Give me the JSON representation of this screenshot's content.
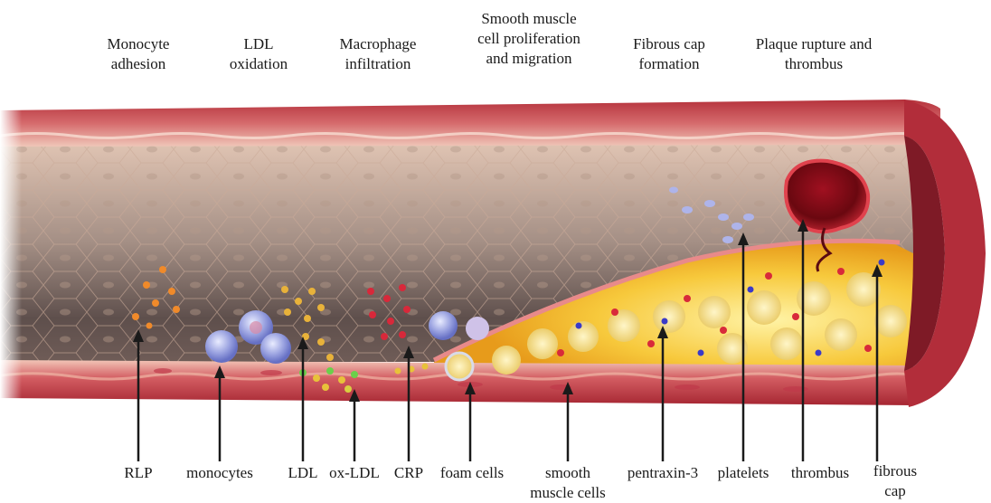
{
  "stages": [
    "Monocyte\nadhesion",
    "LDL\noxidation",
    "Macrophage\ninfiltration",
    "Smooth muscle\ncell proliferation\nand migration",
    "Fibrous cap\nformation",
    "Plaque rupture and\nthrombus"
  ],
  "components": [
    "RLP",
    "monocytes",
    "LDL",
    "ox-LDL",
    "CRP",
    "foam cells",
    "smooth\nmuscle cells",
    "pentraxin-3",
    "platelets",
    "thrombus",
    "fibrous\ncap"
  ]
}
